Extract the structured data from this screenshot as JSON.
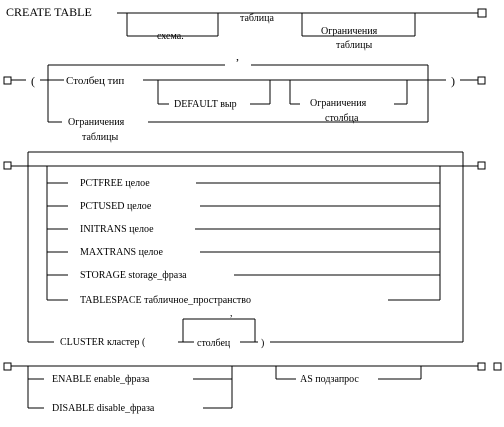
{
  "diagram": {
    "s1": {
      "create_table": "CREATE TABLE",
      "schema": "схема.",
      "table": "таблица",
      "constraints_l1": "Ограничения",
      "constraints_l2": "таблицы"
    },
    "s2": {
      "open_paren": "(",
      "comma": ",",
      "column_type": "Столбец тип",
      "default": "DEFAULT выр",
      "col_constraints_l1": "Ограничения",
      "col_constraints_l2": "столбца",
      "tbl_constraints_l1": "Ограничения",
      "tbl_constraints_l2": "таблицы",
      "close_paren": ")"
    },
    "s3": {
      "pctfree": "PCTFREE целое",
      "pctused": "PCTUSED целое",
      "initrans": "INITRANS целое",
      "maxtrans": "MAXTRANS целое",
      "storage": "STORAGE storage_фраза",
      "tablespace": "TABLESPACE табличное_пространство",
      "cluster": "CLUSTER кластер (",
      "cluster_comma": ",",
      "cluster_column": "столбец",
      "cluster_close": ")"
    },
    "s4": {
      "enable": "ENABLE enable_фраза",
      "disable": "DISABLE disable_фраза",
      "as_query": "AS подзапрос"
    }
  }
}
